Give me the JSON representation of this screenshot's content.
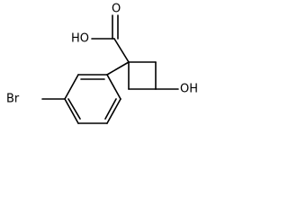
{
  "molecule": {
    "atom_labels": {
      "hydroxyl_acid": "HO",
      "carbonyl_oxygen": "O",
      "hydroxyl_ring": "OH",
      "bromine": "Br"
    },
    "colors": {
      "bond": "#000000",
      "label": "#000000",
      "background": "#ffffff"
    }
  }
}
